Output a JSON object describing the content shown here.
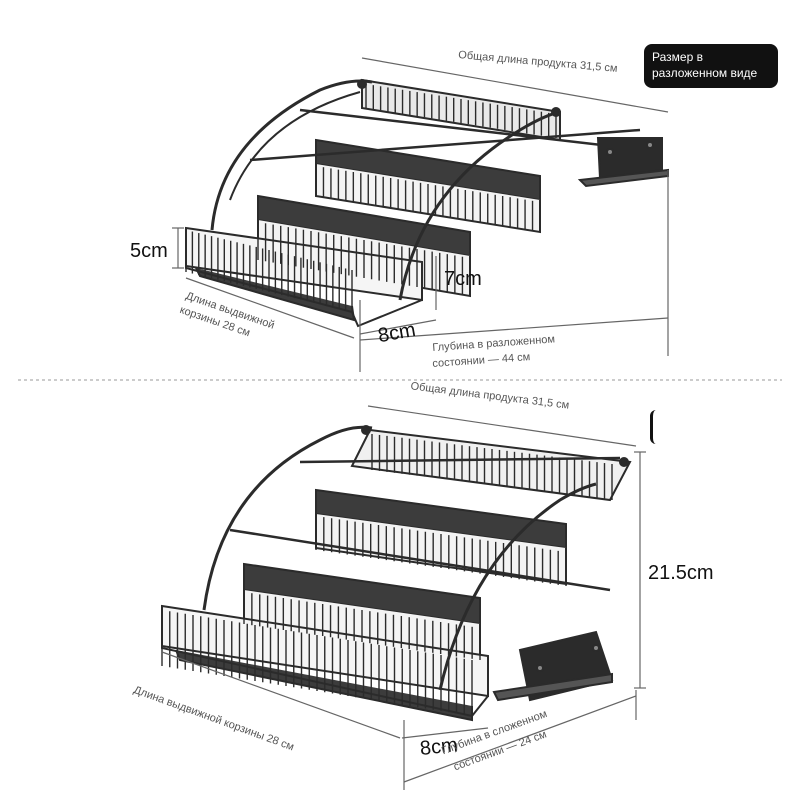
{
  "top_view": {
    "badge": "Размер в разложенном виде",
    "total_length": "Общая длина продукта 31,5 см",
    "basket_height": "5cm",
    "step_height": "7cm",
    "step_depth": "8cm",
    "basket_length_line1": "Длина выдвижной",
    "basket_length_line2": "корзины 28 см",
    "depth_line1": "Глубина в разложенном",
    "depth_line2": "состоянии — 44 см"
  },
  "bottom_view": {
    "total_length": "Общая длина продукта 31,5 см",
    "height": "21.5cm",
    "basket_length": "Длина выдвижной корзины 28 см",
    "step_depth": "8cm",
    "depth_line1": "Глубина в сложенном",
    "depth_line2": "состоянии — 24 см"
  },
  "colors": {
    "metal": "#2b2b2b",
    "shelf": "#3c3c3c",
    "dimension_line": "#666666",
    "badge_bg": "#111111"
  }
}
